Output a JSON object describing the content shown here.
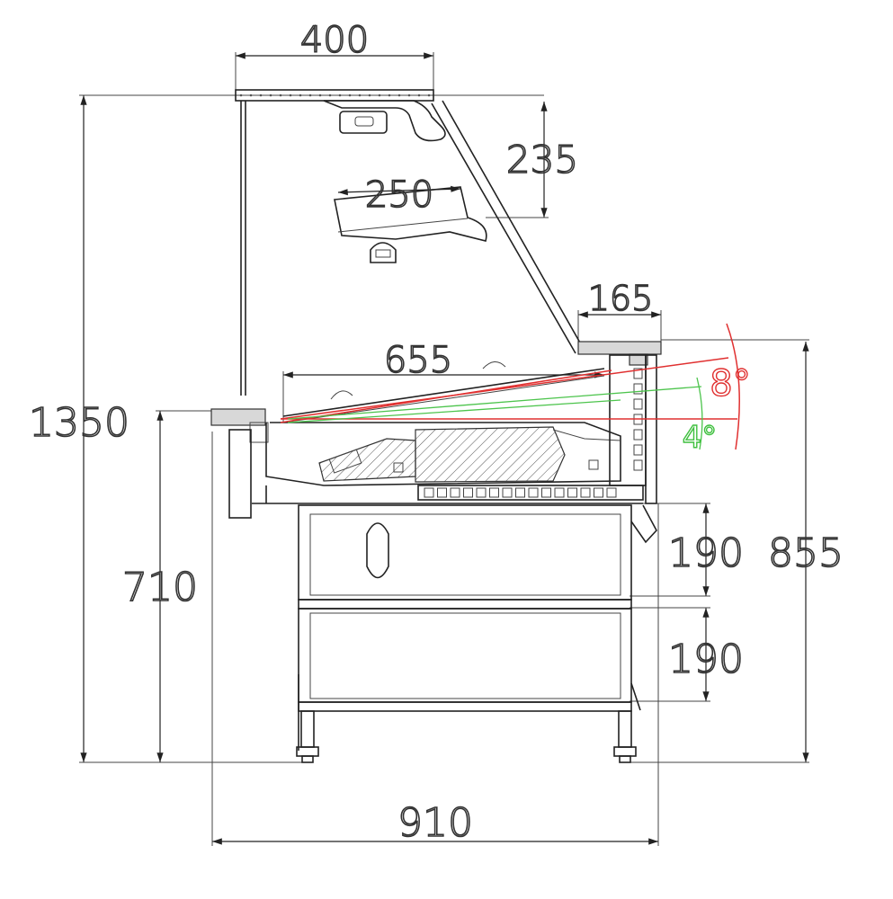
{
  "dimensions": {
    "top_width": "400",
    "height_235": "235",
    "shelf_250": "250",
    "top_165": "165",
    "depth_655": "655",
    "total_height": "1350",
    "counter_height": "710",
    "drawer_1": "190",
    "drawer_2": "190",
    "height_855": "855",
    "total_width": "910"
  },
  "angles": {
    "red": "8°",
    "green": "4°"
  },
  "colors": {
    "line": "#222222",
    "red": "#e03030",
    "green": "#4cc44c"
  }
}
